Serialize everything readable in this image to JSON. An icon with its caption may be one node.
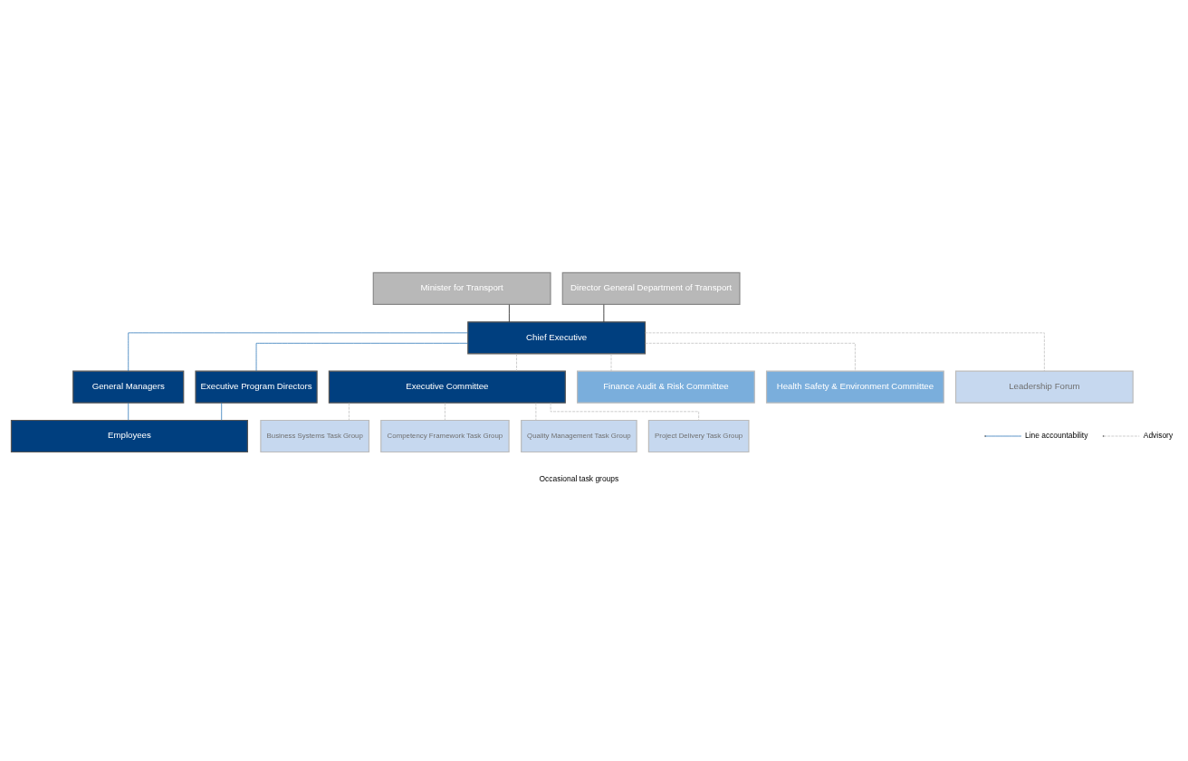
{
  "diagram": {
    "nodes": [
      {
        "text": [
          "Minister for Transport"
        ]
      },
      {
        "text": [
          "Director General Department of Transport"
        ]
      },
      {
        "text": [
          "Chief Executive"
        ]
      },
      {
        "text": [
          "General Managers"
        ]
      },
      {
        "text": [
          "Executive Program Directors"
        ]
      },
      {
        "text": [
          "Employees"
        ]
      },
      {
        "text": [
          "Executive Committee"
        ]
      },
      {
        "text": [
          "Finance Audit & Risk Committee"
        ]
      },
      {
        "text": [
          "Health Safety & Environment Committee"
        ]
      },
      {
        "text": [
          "Leadership Forum"
        ]
      },
      {
        "text": [
          "Business Systems Task Group"
        ]
      },
      {
        "text": [
          "Competency Framework Task Group"
        ]
      },
      {
        "text": [
          "Quality Management Task Group"
        ]
      },
      {
        "text": [
          "Project Delivery Task Group"
        ]
      }
    ],
    "edges": [
      {
        "from": 0,
        "to": 2,
        "arrow": "none",
        "color": "#000000"
      },
      {
        "from": 1,
        "to": 2,
        "arrow": "none",
        "color": "#000000"
      },
      {
        "from": 2,
        "to": 3,
        "arrow": "none",
        "color": "#1f6db3"
      },
      {
        "from": 2,
        "to": 4,
        "arrow": "none",
        "color": "#1f6db3"
      },
      {
        "from": 3,
        "to": 5,
        "arrow": "none",
        "color": "#1f6db3"
      },
      {
        "from": 4,
        "to": 5,
        "arrow": "none",
        "color": "#1f6db3"
      },
      {
        "from": 2,
        "to": 7,
        "arrow": "none",
        "style": "dashed"
      },
      {
        "from": 2,
        "to": 8,
        "arrow": "none",
        "style": "dashed"
      },
      {
        "from": 2,
        "to": 9,
        "arrow": "none",
        "style": "dashed"
      },
      {
        "from": 2,
        "to": 6,
        "arrow": "none",
        "style": "dashed"
      },
      {
        "from": 6,
        "to": 10,
        "arrow": "none",
        "style": "dashed"
      },
      {
        "from": 6,
        "to": 11,
        "arrow": "none",
        "style": "dashed"
      },
      {
        "from": 6,
        "to": 12,
        "arrow": "none",
        "style": "dashed"
      },
      {
        "from": 6,
        "to": 13,
        "arrow": "none",
        "style": "dashed"
      }
    ],
    "labels": [
      "Occasional task groups"
    ],
    "legend": [
      {
        "text": "Line accountability"
      },
      {
        "text": "Advisory"
      }
    ]
  }
}
